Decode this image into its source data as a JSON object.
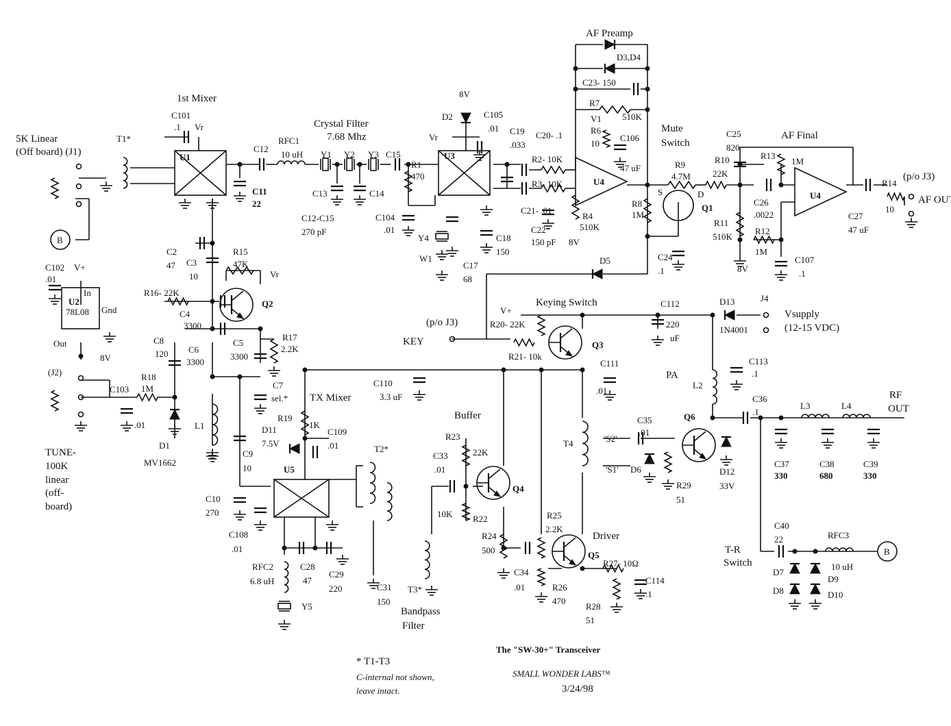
{
  "title": {
    "main": "The \"SW-30+\" Transceiver",
    "company": "SMALL WONDER LABS™",
    "date": "3/24/98",
    "footnote_1": "* T1-T3",
    "footnote_2": "C-internal not shown,",
    "footnote_3": "leave intact."
  },
  "sections": {
    "first_mixer": "1st Mixer",
    "crystal_filter": "Crystal Filter",
    "crystal_freq": "7.68 Mhz",
    "af_preamp": "AF Preamp",
    "mute_switch_1": "Mute",
    "mute_switch_2": "Switch",
    "af_final": "AF Final",
    "keying_switch": "Keying Switch",
    "tx_mixer": "TX Mixer",
    "buffer": "Buffer",
    "driver": "Driver",
    "pa": "PA",
    "bandpass_1": "Bandpass",
    "bandpass_2": "Filter",
    "tr_switch_1": "T-R",
    "tr_switch_2": "Switch",
    "rf_out_1": "RF",
    "rf_out_2": "OUT",
    "af_out": "AF OUT",
    "pj3_top": "(p/o J3)",
    "pj3_key": "(p/o J3)",
    "key": "KEY",
    "vsupply_1": "Vsupply",
    "vsupply_2": "(12-15 VDC)",
    "linear_5k_1": "5K Linear",
    "linear_5k_2": "(Off board) (J1)",
    "tune_1": "TUNE-",
    "tune_2": "100K",
    "tune_3": "linear",
    "tune_4": "(off-",
    "tune_5": "board)"
  },
  "labels": {
    "T1": "T1*",
    "U1": "U1",
    "C101": "C101",
    "C101v": ".1",
    "Vr1": "Vr",
    "C12": "C12",
    "RFC1": "RFC1",
    "RFC1v": "10 uH",
    "C11": "C11",
    "C11v": "22",
    "Y1": "Y1",
    "Y2": "Y2",
    "Y3": "Y3",
    "C15": "C15",
    "C13": "C13",
    "C14": "C14",
    "C12_C15": "C12-C15",
    "C12_C15v": "270 pF",
    "R1": "R1",
    "R1v": "470",
    "C104": "C104",
    "C104v": ".01",
    "D2": "D2",
    "V8a": "8V",
    "Vr2": "Vr",
    "C105": "C105",
    "C105v": ".01",
    "U3": "U3",
    "Y4": "Y4",
    "W1": "W1",
    "C17": "C17",
    "C17v": "68",
    "C18": "C18",
    "C18v": "150",
    "C19": "C19",
    "C19v": ".033",
    "C20": "C20- .1",
    "R2": "R2- 10K",
    "R3": "R3- 10K",
    "C21": "C21- .01",
    "C22": "C22",
    "C22v": "150 pF",
    "R4": "R4",
    "R4v": "510K",
    "V8b": "8V",
    "D3D4": "D3,D4",
    "C23": "C23- 150",
    "R7": "R7",
    "R7v": "510K",
    "V1": "V1",
    "R6": "R6",
    "R6v": "10",
    "C106": "C106",
    "C106v": "47 uF",
    "U4a": "U4",
    "R8": "R8",
    "R8v": "1M",
    "R9": "R9",
    "R9v": "4.7M",
    "S": "S",
    "D": "D",
    "Q1": "Q1",
    "C24": "C24",
    "C24v": ".1",
    "D5": "D5",
    "C25": "C25",
    "C25v": "820",
    "R10": "R10",
    "R10v": "22K",
    "R13": "R13",
    "R13v": "1M",
    "C26": "C26",
    "C26v": ".0022",
    "R11": "R11",
    "R11v": "510K",
    "R12": "R12",
    "R12v": "1M",
    "V8c": "8V",
    "C107": "C107",
    "C107v": ".1",
    "U4b": "U4",
    "C27": "C27",
    "C27v": "47 uF",
    "R14": "R14",
    "R14v": "10",
    "C102": "C102",
    "C102v": ".01",
    "Vplus": "V+",
    "In": "In",
    "U2": "U2",
    "U2v": "78L08",
    "Gnd": "Gnd",
    "Out": "Out",
    "V8d": "8V",
    "J2": "(J2)",
    "C103": "C103",
    "C103v": ".01",
    "R18": "R18",
    "R18v": "1M",
    "D1": "D1",
    "D1v": "MV1662",
    "C2": "C2",
    "C2v": "47",
    "C3": "C3",
    "C3v": "10",
    "R15": "R15",
    "R15v": "47K",
    "Vr3": "Vr",
    "R16": "R16- 22K",
    "Q2": "Q2",
    "C4": "C4",
    "C4v": "3300",
    "C5": "C5",
    "C5v": "3300",
    "R17": "R17",
    "R17v": "2.2K",
    "C8": "C8",
    "C8v": "120",
    "C6": "C6",
    "C6v": "3300",
    "C7": "C7",
    "C7v": "sel.*",
    "L1": "L1",
    "C9": "C9",
    "C9v": "10",
    "C10": "C10",
    "C10v": "270",
    "C108": "C108",
    "C108v": ".01",
    "R19": "R19",
    "R19v": "1K",
    "D11": "D11",
    "D11v": "7.5V",
    "C109": "C109",
    "C109v": ".01",
    "U5": "U5",
    "T2": "T2*",
    "RFC2": "RFC2",
    "RFC2v": "6.8 uH",
    "Y5": "Y5",
    "C28": "C28",
    "C28v": "47",
    "C29": "C29",
    "C29v": "220",
    "C31": "C31",
    "C31v": "150",
    "T3": "T3*",
    "C110": "C110",
    "C110v": "3.3 uF",
    "C33": "C33",
    "C33v": ".01",
    "R23": "R23",
    "R23v": "22K",
    "Q4": "Q4",
    "R22": "R22",
    "R22v": "10K",
    "R24": "R24",
    "R24v": "500",
    "C34": "C34",
    "C34v": ".01",
    "R25": "R25",
    "R25v": "2.2K",
    "Q5": "Q5",
    "R26": "R26",
    "R26v": "470",
    "R27": "R27- 10Ω",
    "C114": "C114",
    "C114v": ".1",
    "R28": "R28",
    "R28v": "51",
    "Vplus2": "V+",
    "R20": "R20- 22K",
    "R21": "R21- 10k",
    "Q3": "Q3",
    "C112": "C112",
    "C112v": "220",
    "C112u": "uF",
    "D13": "D13",
    "D13v": "1N4001",
    "J4": "J4",
    "C111": "C111",
    "C111v": ".01",
    "C113": "C113",
    "C113v": ".1",
    "L2": "L2",
    "T4": "T4",
    "S2": "'S2'",
    "S1": "'S1'",
    "C35": "C35",
    "C35v": ".01",
    "D6": "D6",
    "Q6": "Q6",
    "R29": "R29",
    "R29v": "51",
    "D12": "D12",
    "D12v": "33V",
    "C36": "C36",
    "C36v": ".1",
    "L3": "L3",
    "L4": "L4",
    "C37": "C37",
    "C37v": "330",
    "C38": "C38",
    "C38v": "680",
    "C39": "C39",
    "C39v": "330",
    "C40": "C40",
    "C40v": "22",
    "RFC3": "RFC3",
    "RFC3v": "10 uH",
    "D7": "D7",
    "D8": "D8",
    "D9": "D9",
    "D10": "D10",
    "B1": "B",
    "B2": "B"
  }
}
